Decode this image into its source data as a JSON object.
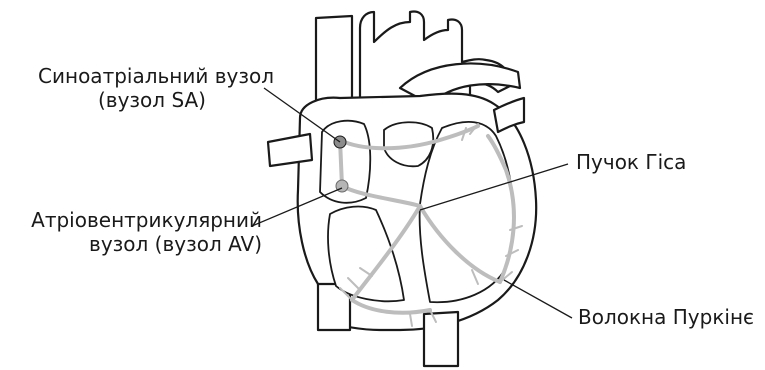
{
  "labels": {
    "sa_node_line1": "Синоатріальний вузол",
    "sa_node_line2": "(вузол SA)",
    "av_node_line1": "Атріовентрикулярний",
    "av_node_line2": "вузол (вузол AV)",
    "bundle_of_his": "Пучок Гіса",
    "purkinje_fibers": "Волокна Пуркінє"
  },
  "colors": {
    "outline": "#1a1a1a",
    "conduction": "#bdbdbd",
    "node": "#8c8c8c",
    "background": "#ffffff"
  }
}
